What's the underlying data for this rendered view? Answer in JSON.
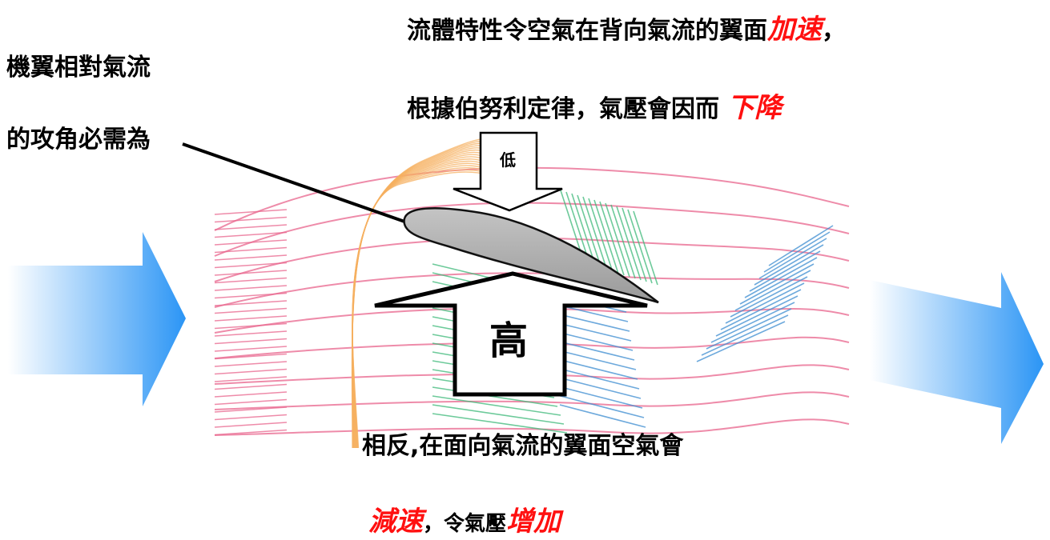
{
  "top_caption": {
    "line1": "流體特性令空氣在背向氣流的翼面",
    "line1_emph": "加速",
    "line1_tail": "，",
    "line2": "根據伯努利定律，氣壓會因而",
    "line2_emph": "下降"
  },
  "left_caption": {
    "line1": "機翼相對氣流",
    "line2": "的攻角必需為"
  },
  "low_label": "低",
  "high_label": "高",
  "bottom_caption": {
    "line1": "相反,在面向氣流的翼面空氣會",
    "line2_emph1": "減速",
    "line2_mid": "，令氣壓",
    "line2_emph2": "增加"
  },
  "colors": {
    "emphasis": "#ff1010",
    "streamline": "#e8648c",
    "orange_band": "#f5b060",
    "green_band": "#3cb878",
    "blue_band": "#3c8cd0",
    "airfoil": "#b0b0b0",
    "flow_arrow": "#3da0f0"
  }
}
